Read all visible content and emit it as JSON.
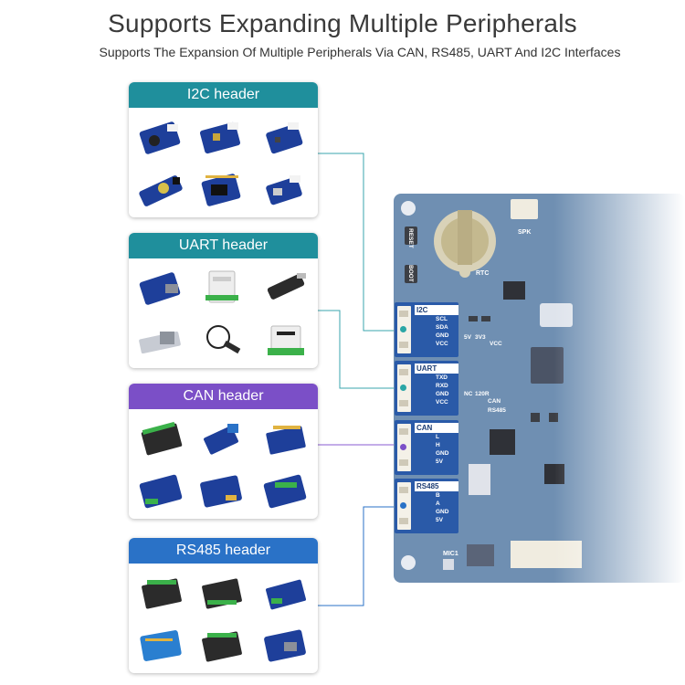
{
  "title": "Supports Expanding Multiple Peripherals",
  "subtitle": "Supports The Expansion Of Multiple Peripherals Via CAN, RS485, UART And I2C Interfaces",
  "cards": [
    {
      "label": "I2C header",
      "color": "#1f8f9c"
    },
    {
      "label": "UART header",
      "color": "#1f8f9c"
    },
    {
      "label": "CAN header",
      "color": "#7b4fc7"
    },
    {
      "label": "RS485 header",
      "color": "#2a72c7"
    }
  ],
  "ports": [
    {
      "label": "I2C",
      "pins": [
        "SCL",
        "SDA",
        "GND",
        "VCC"
      ],
      "dot_color": "#2aa6a6"
    },
    {
      "label": "UART",
      "pins": [
        "TXD",
        "RXD",
        "GND",
        "VCC"
      ],
      "dot_color": "#2aa6a6"
    },
    {
      "label": "CAN",
      "pins": [
        "L",
        "H",
        "GND",
        "5V"
      ],
      "dot_color": "#7b4fc7"
    },
    {
      "label": "RS485",
      "pins": [
        "B",
        "A",
        "GND",
        "5V"
      ],
      "dot_color": "#2a72c7"
    }
  ],
  "board_labels": {
    "rtc": "RTC",
    "spk": "SPK",
    "reset": "RESET",
    "boot": "BOOT",
    "v5": "5V",
    "v3": "3V3",
    "vcc": "VCC",
    "nc": "NC",
    "r120": "120R",
    "can": "CAN",
    "rs485": "RS485",
    "mic": "MIC1"
  },
  "colors": {
    "board": "#6f8fb2",
    "wire_teal": "#3aa5ad",
    "wire_purple": "#8a5bd0",
    "wire_blue": "#2a72c7"
  }
}
